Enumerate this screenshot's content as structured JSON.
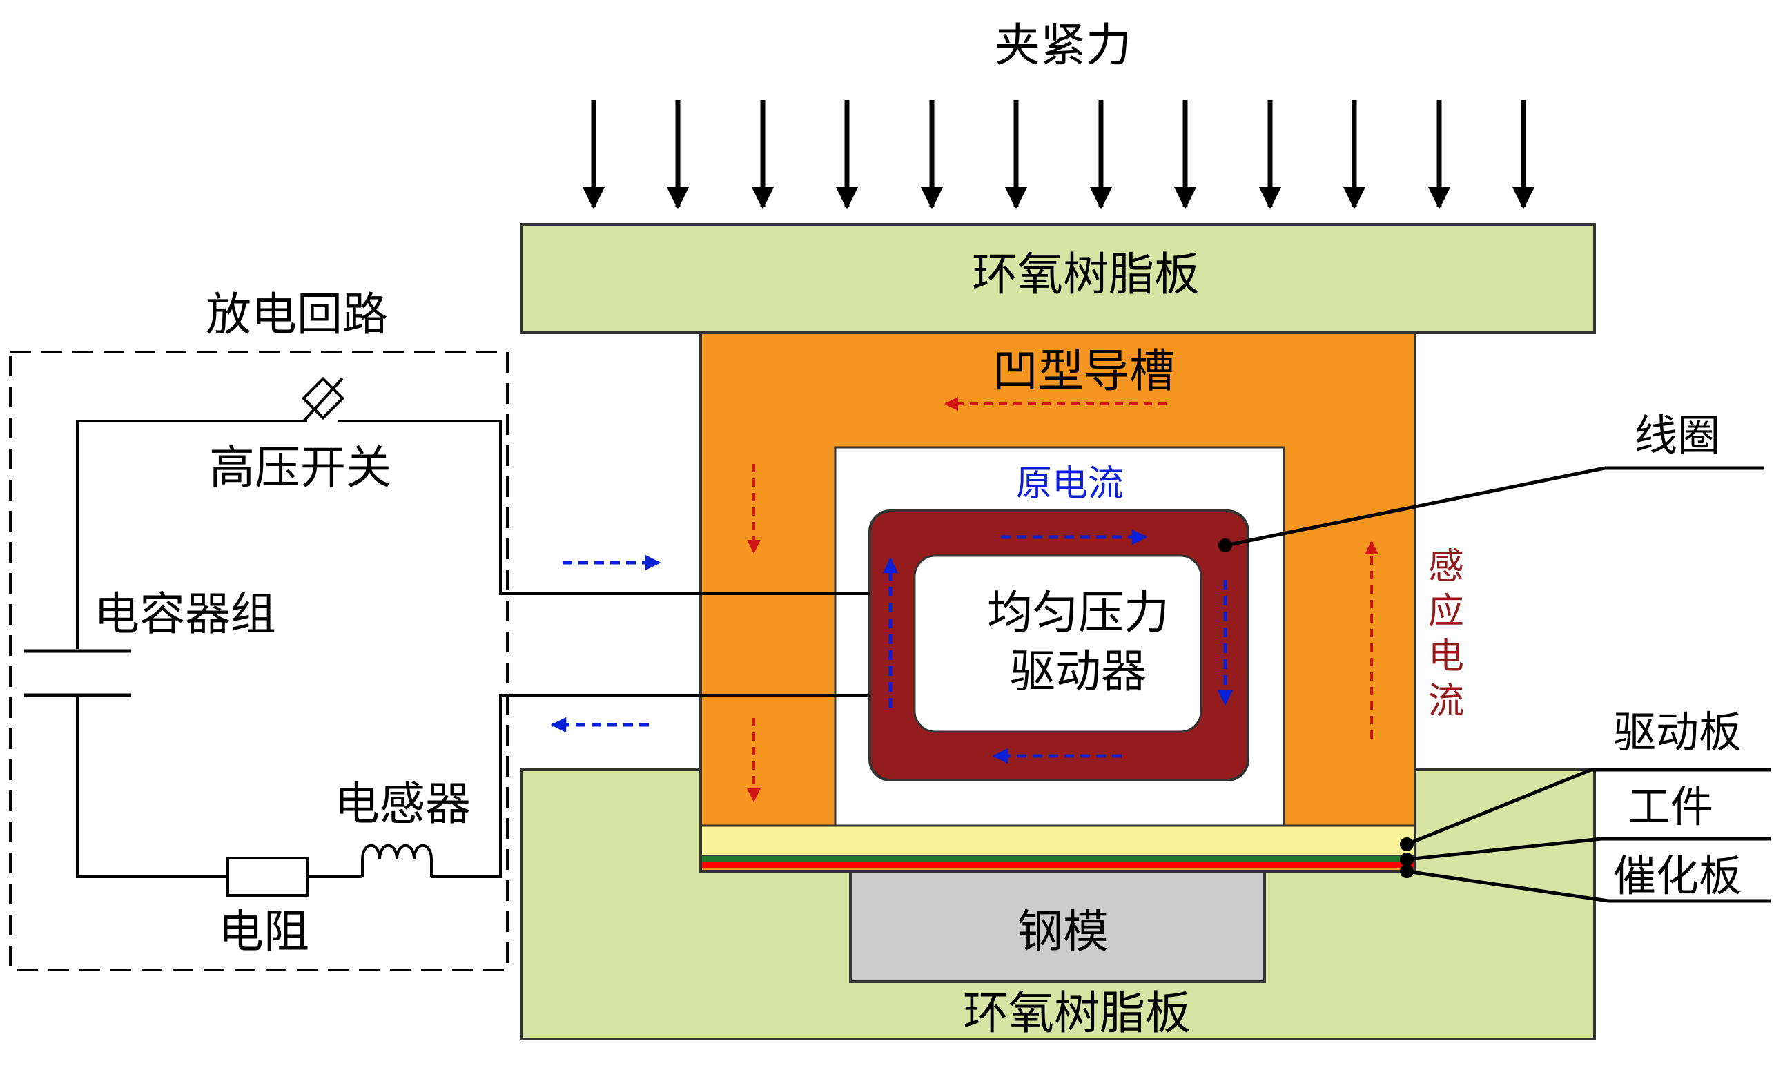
{
  "labels": {
    "clamp_force": "夹紧力",
    "top_plate": "环氧树脂板",
    "bottom_plate": "环氧树脂板",
    "groove": "凹型导槽",
    "coil": "线圈",
    "primary_current": "原电流",
    "actuator_line1": "均匀压力",
    "actuator_line2": "驱动器",
    "induced_current": [
      "感",
      "应",
      "电",
      "流"
    ],
    "drive_plate": "驱动板",
    "workpiece": "工件",
    "catalyst_plate": "催化板",
    "steel_mold": "钢模",
    "discharge_circuit": "放电回路",
    "hv_switch": "高压开关",
    "capacitor_bank": "电容器组",
    "inductor": "电感器",
    "resistor": "电阻"
  },
  "colors": {
    "epoxy": "#d8e4a4",
    "groove": "#f4951f",
    "coil": "#951c1c",
    "drive_plate": "#f9f49a",
    "workpiece": "#1f7a2e",
    "catalyst": "#ff0000",
    "steel": "#cccccc",
    "primary_arrow": "#0b1fd4",
    "induced_arrow": "#d11414"
  }
}
